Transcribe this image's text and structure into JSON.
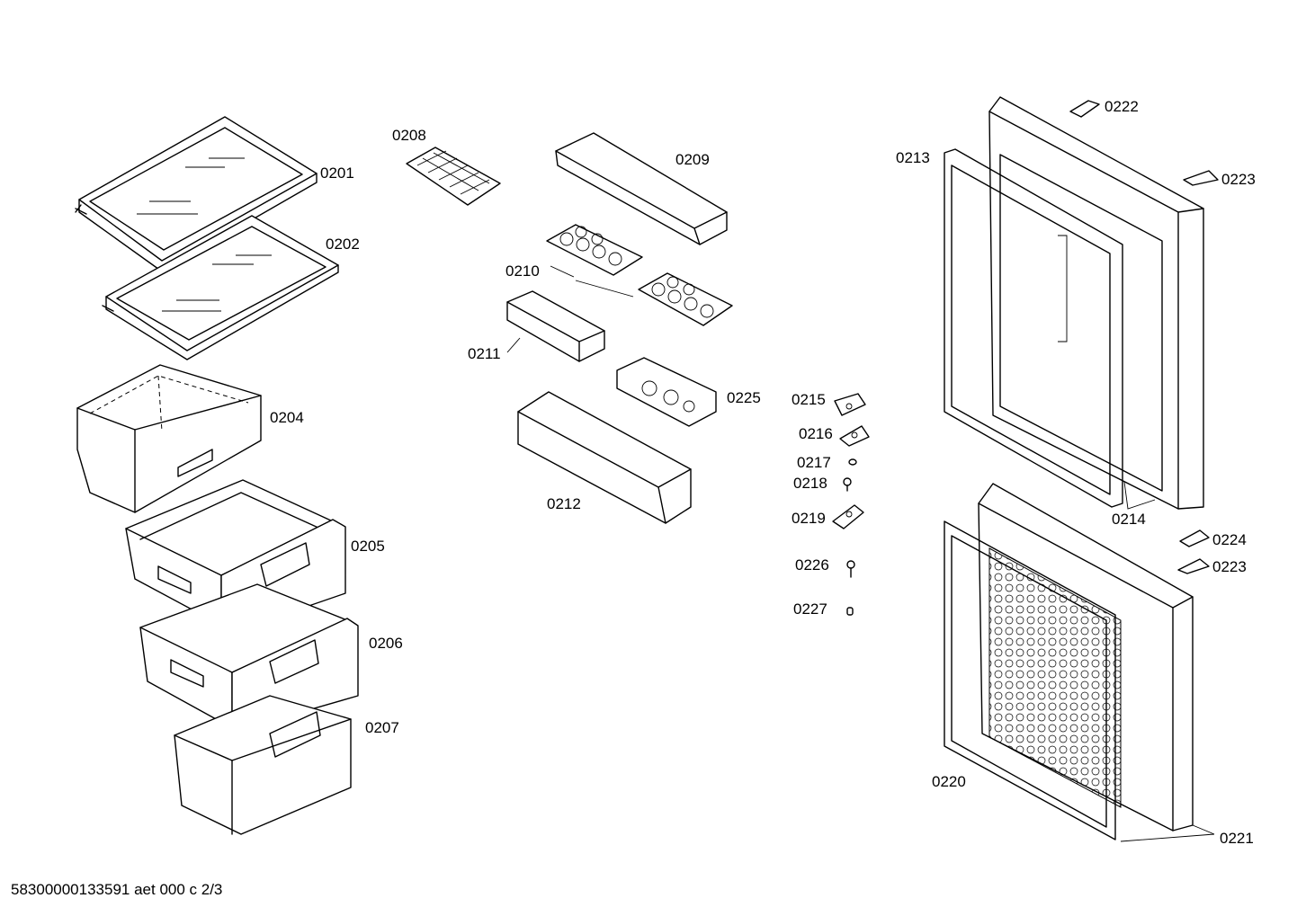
{
  "footer": "58300000133591 aet 000 c 2/3",
  "parts": [
    {
      "id": "0201",
      "label": "0201"
    },
    {
      "id": "0202",
      "label": "0202"
    },
    {
      "id": "0204",
      "label": "0204"
    },
    {
      "id": "0205",
      "label": "0205"
    },
    {
      "id": "0206",
      "label": "0206"
    },
    {
      "id": "0207",
      "label": "0207"
    },
    {
      "id": "0208",
      "label": "0208"
    },
    {
      "id": "0209",
      "label": "0209"
    },
    {
      "id": "0210",
      "label": "0210"
    },
    {
      "id": "0211",
      "label": "0211"
    },
    {
      "id": "0212",
      "label": "0212"
    },
    {
      "id": "0225",
      "label": "0225"
    },
    {
      "id": "0215",
      "label": "0215"
    },
    {
      "id": "0216",
      "label": "0216"
    },
    {
      "id": "0217",
      "label": "0217"
    },
    {
      "id": "0218",
      "label": "0218"
    },
    {
      "id": "0219",
      "label": "0219"
    },
    {
      "id": "0226",
      "label": "0226"
    },
    {
      "id": "0227",
      "label": "0227"
    },
    {
      "id": "0213",
      "label": "0213"
    },
    {
      "id": "0222",
      "label": "0222"
    },
    {
      "id": "0223a",
      "label": "0223"
    },
    {
      "id": "0214",
      "label": "0214"
    },
    {
      "id": "0224",
      "label": "0224"
    },
    {
      "id": "0223b",
      "label": "0223"
    },
    {
      "id": "0220",
      "label": "0220"
    },
    {
      "id": "0221",
      "label": "0221"
    }
  ]
}
